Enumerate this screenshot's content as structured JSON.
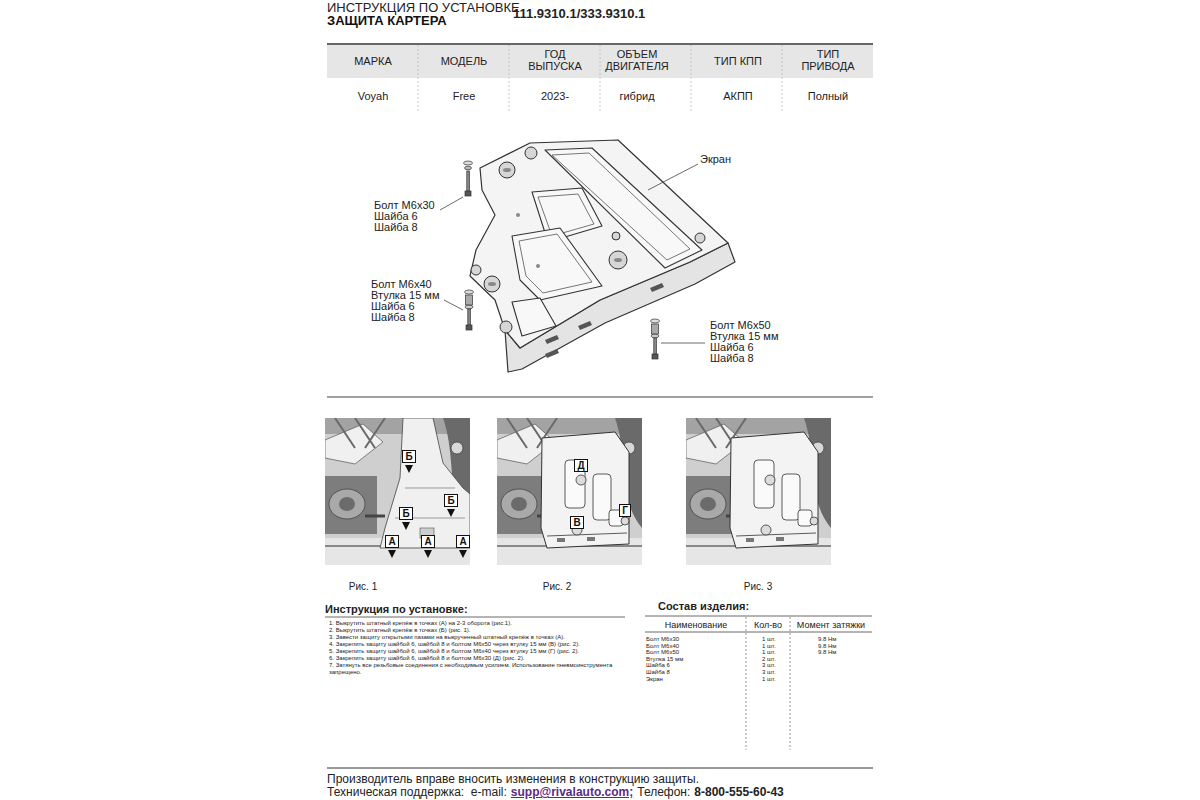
{
  "diagram": {
    "title": "ЗАЩИТА КАРТЕРА",
    "nodes": [
      {
        "text": [
          "Б"
        ]
      },
      {
        "text": [
          "Б"
        ]
      },
      {
        "text": [
          "Б"
        ]
      },
      {
        "text": [
          "А"
        ]
      },
      {
        "text": [
          "А"
        ]
      },
      {
        "text": [
          "А"
        ]
      },
      {
        "text": [
          "Д"
        ]
      },
      {
        "text": [
          "В"
        ]
      },
      {
        "text": [
          "Г"
        ]
      }
    ],
    "labels": [
      "ИНСТРУКЦИЯ ПО УСТАНОВКЕ",
      "111.9310.1/333.9310.1",
      "МАРКА",
      "МОДЕЛЬ",
      "ГОД ВЫПУСКА",
      "ОБЪЕМ ДВИГАТЕЛЯ",
      "ТИП КПП",
      "ТИП ПРИВОДА",
      "Voyah",
      "Free",
      "2023-",
      "гибрид",
      "АКПП",
      "Полный",
      "Экран",
      "Болт М6х30",
      "Шайба 6",
      "Шайба 8",
      "Болт М6х40",
      "Втулка 15 мм",
      "Шайба 6",
      "Шайба 8",
      "Болт М6х50",
      "Втулка 15 мм",
      "Шайба 6",
      "Шайба 8",
      "Рис. 1",
      "Рис. 2",
      "Рис. 3",
      "Инструкция по установке:",
      "1. Выкрутить штатный крепёж в точках (А) на 2-3 оборота (рис.1).",
      "2. Выкрутить штатный крепёж в точках (Б) (рис. 1).",
      "3. Завести защиту открытыми пазами на выкрученный штатный крепёж в точках (А).",
      "4. Закрепить защиту шайбой 6, шайбой 8 и болтом М6х50 через втулку 15 мм (В) (рис. 2).",
      "5. Закрепить защиту шайбой 6, шайбой 8 и болтом М6х40 через втулку 15 мм (Г) (рис. 2).",
      "6. Закрепить защиту шайбой 6, шайбой 8 и болтом М6х30 (Д) (рис. 2).",
      "7. Затянуть все резьбовые соединения с необходимым усилием. Использование пневмоинструмента запрещено.",
      "Состав изделия:",
      "Наименование",
      "Кол-во",
      "Момент затяжки",
      "Болт М6х30",
      "1 шт.",
      "9.8 Нм",
      "Болт М6х40",
      "1 шт.",
      "9.8 Нм",
      "Болт М6х50",
      "1 шт.",
      "9.8 Нм",
      "Втулка 15 мм",
      "2 шт.",
      "Шайба 6",
      "3 шт.",
      "Шайба 8",
      "3 шт.",
      "Экран",
      "1 шт.",
      "Производитель вправе вносить изменения в конструкцию защиты.",
      "Техническая поддержка:  e-mail:",
      "supp@rivalauto.com;",
      "Телефон:",
      "8-800-555-60-43"
    ]
  }
}
